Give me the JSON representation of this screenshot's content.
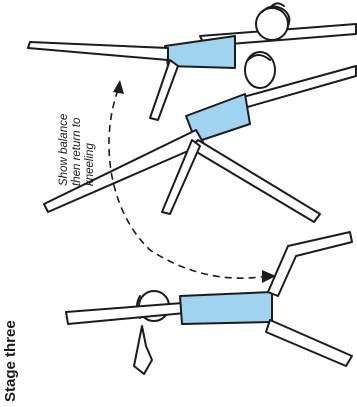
{
  "stage_title": "Stage three",
  "instruction_lines": [
    "Show balance",
    "then return to",
    "kneeling"
  ],
  "colors": {
    "leotard": "#9fd3ee",
    "outline": "#1c1c1c",
    "skin": "#ffffff",
    "background": "#ffffff"
  }
}
